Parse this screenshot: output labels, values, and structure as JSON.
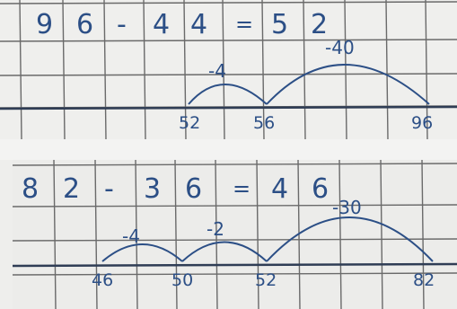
{
  "problems": [
    {
      "digits": [
        "9",
        "6",
        "-",
        "4",
        "4",
        "=",
        "5",
        "2"
      ],
      "jumps": [
        {
          "label": "-4",
          "from": 52,
          "to": 56
        },
        {
          "label": "-40",
          "from": 56,
          "to": 96
        }
      ],
      "ticks": [
        "52",
        "56",
        "96"
      ]
    },
    {
      "digits": [
        "8",
        "2",
        "-",
        "3",
        "6",
        "=",
        "4",
        "6"
      ],
      "jumps": [
        {
          "label": "-4",
          "from": 46,
          "to": 50
        },
        {
          "label": "-2",
          "from": 50,
          "to": 52
        },
        {
          "label": "-30",
          "from": 52,
          "to": 82
        }
      ],
      "ticks": [
        "46",
        "50",
        "52",
        "82"
      ]
    }
  ],
  "colors": {
    "ink": "#2c4f86",
    "grid": "#6a6a6a",
    "paper": "#efefed",
    "line": "#2f3d55"
  }
}
